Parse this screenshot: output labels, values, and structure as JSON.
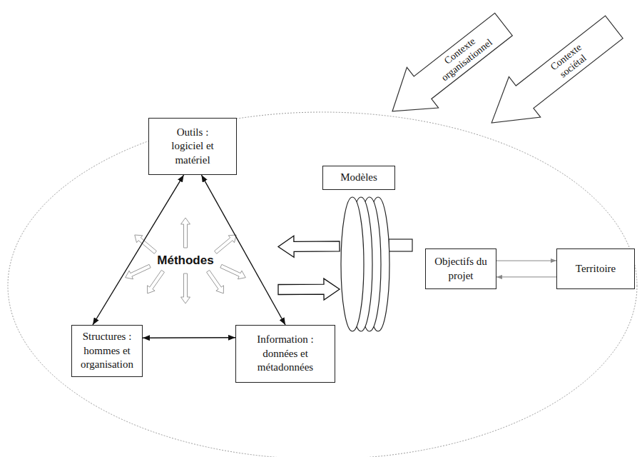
{
  "diagram": {
    "nodes": [
      {
        "text": [
          "Contexte organisationnel"
        ]
      },
      {
        "text": [
          "Contexte sociétal"
        ]
      },
      {
        "text": [
          "Outils : logiciel et matériel"
        ]
      },
      {
        "text": [
          "Modèles"
        ]
      },
      {
        "text": [
          "Méthodes"
        ]
      },
      {
        "text": [
          "Objectifs du projet"
        ]
      },
      {
        "text": [
          "Territoire"
        ]
      },
      {
        "text": [
          "Structures : hommes et organisation"
        ]
      },
      {
        "text": [
          "Information : données et métadonnées"
        ]
      }
    ],
    "edges": [
      {
        "from": 2,
        "to": 7,
        "arrow": "both"
      },
      {
        "from": 2,
        "to": 8,
        "arrow": "both"
      },
      {
        "from": 7,
        "to": 8,
        "arrow": "both"
      },
      {
        "from": 3,
        "to": 4,
        "arrow": "to"
      },
      {
        "from": 4,
        "to": 3,
        "arrow": "to"
      },
      {
        "from": 5,
        "to": 6,
        "arrow": "to"
      },
      {
        "from": 6,
        "to": 5,
        "arrow": "to"
      }
    ]
  }
}
